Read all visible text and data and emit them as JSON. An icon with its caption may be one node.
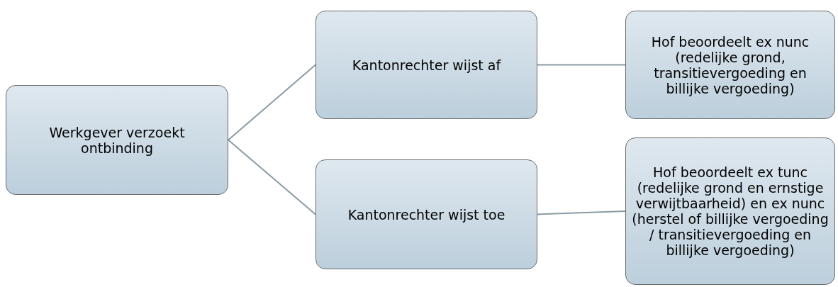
{
  "diagram": {
    "nodes": [
      {
        "text": [
          "Werkgever verzoekt ontbinding"
        ]
      },
      {
        "text": [
          "Kantonrechter wijst af"
        ]
      },
      {
        "text": [
          "Kantonrechter wijst toe"
        ]
      },
      {
        "text": [
          "Hof beoordeelt ex nunc (redelijke grond, transitievergoeding en billijke vergoeding)"
        ]
      },
      {
        "text": [
          "Hof beoordeelt ex tunc (redelijke grond en ernstige verwijtbaarheid) en ex nunc (herstel of billijke vergoeding / transitievergoeding en billijke vergoeding)"
        ]
      }
    ],
    "edges": [
      {
        "from": 0,
        "to": 1,
        "arrow": "none"
      },
      {
        "from": 0,
        "to": 2,
        "arrow": "none"
      },
      {
        "from": 1,
        "to": 3,
        "arrow": "none"
      },
      {
        "from": 2,
        "to": 4,
        "arrow": "none"
      }
    ]
  }
}
